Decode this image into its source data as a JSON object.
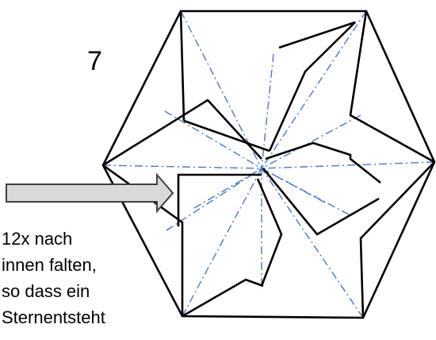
{
  "step_number": "7",
  "instruction_lines": [
    "12x nach",
    "innen falten,",
    "so dass ein",
    "Sternentsteht"
  ],
  "colors": {
    "outline": "#000000",
    "fold_line": "#4a78c2",
    "arrow_fill": "#d9d9d9",
    "arrow_stroke": "#404040"
  },
  "icons": {
    "arrow": "right-arrow-icon"
  }
}
